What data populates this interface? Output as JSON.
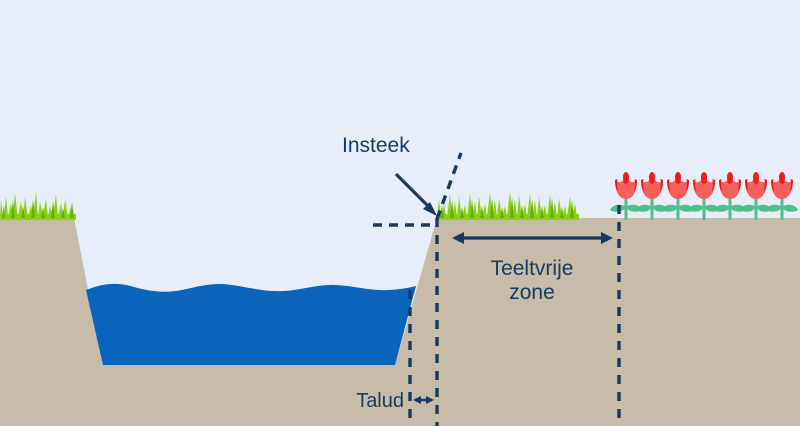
{
  "diagram": {
    "title": "Insteek, talud en teeltvrije zone dwarsdoorsnede",
    "labels": {
      "insteek": "Insteek",
      "teeltvrije_zone_line1": "Teeltvrije",
      "teeltvrije_zone_line2": "zone",
      "talud": "Talud"
    },
    "colors": {
      "sky": "#e8eef9",
      "soil": "#c6bca9",
      "water": "#0b64bb",
      "grass_light": "#8dd010",
      "grass_dark": "#63b014",
      "ink": "#173a5e",
      "flower_bright": "#ee1c1c",
      "flower_body": "#f4605c",
      "stem": "#4fbf8b"
    },
    "elements": {
      "sky_label": "sky-background",
      "soil_label": "soil-ground",
      "water_label": "ditch-water",
      "grass_left_label": "grass-left-bank",
      "grass_right_label": "grass-right-bank",
      "ditch_label": "ditch-cross-section",
      "flower_row_label": "tulip-row"
    },
    "flowers": {
      "count": 7,
      "name": "tulip",
      "x_positions": [
        626,
        652,
        678,
        704,
        730,
        756,
        782
      ]
    },
    "annotations": {
      "insteek_pointer": "arrow pointing to insteek point",
      "insteek_water_level_line": "horizontal dashed water-level line",
      "insteek_bank_line": "diagonal dashed bank line",
      "talud_measure": "double-headed arrow between talud dashed lines",
      "teeltvrije_measure": "double-headed arrow spanning crop-free zone",
      "dashed_line_slope_toe": "dashed vertical line at slope toe",
      "dashed_line_insteek": "dashed vertical line at insteek",
      "dashed_line_zone_end": "dashed vertical line at end of crop-free zone"
    }
  }
}
